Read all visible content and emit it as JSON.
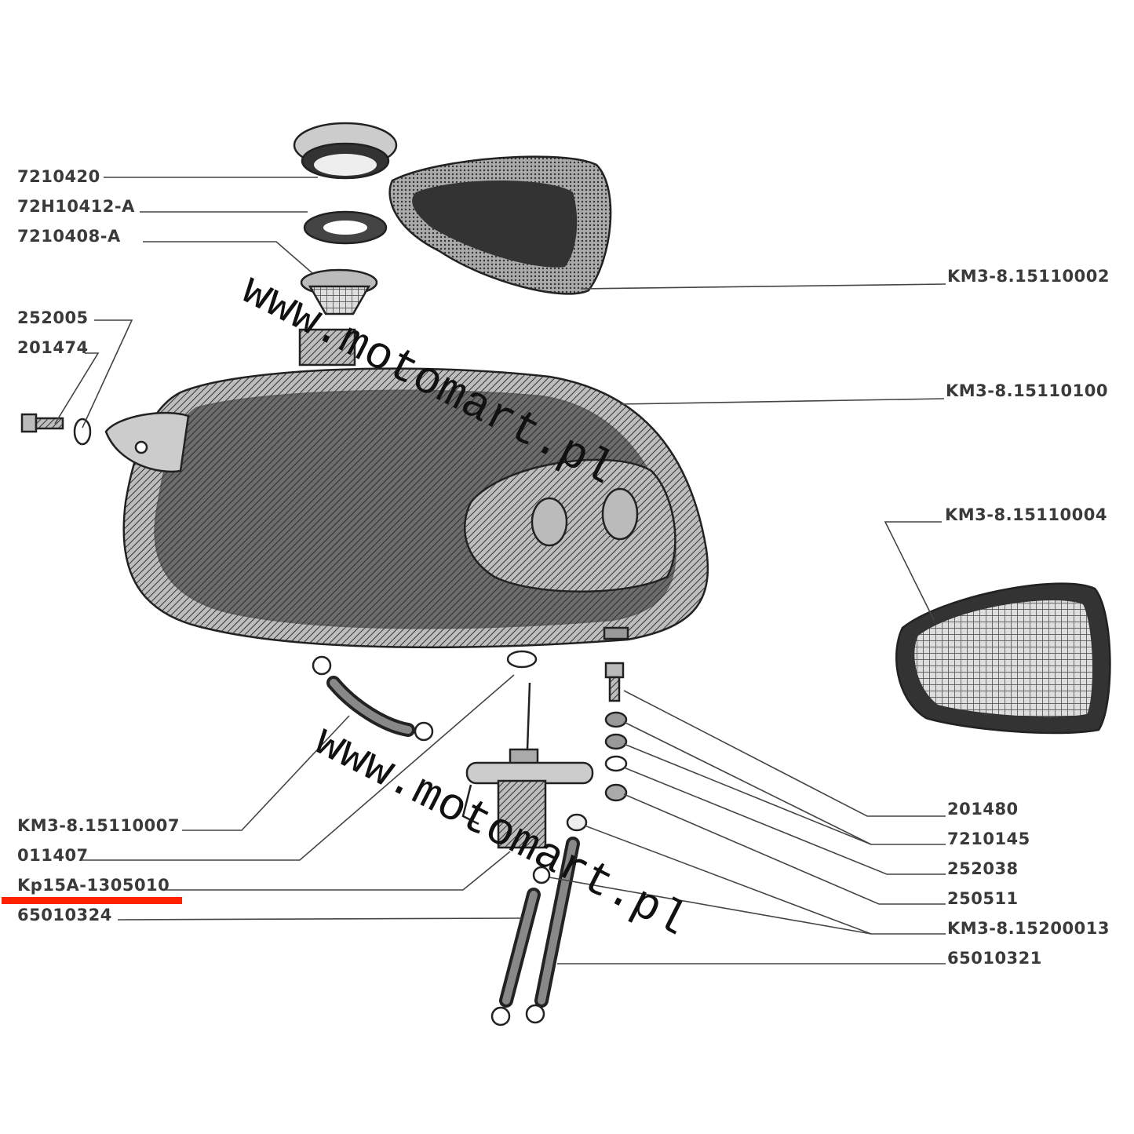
{
  "diagram": {
    "labels_left": [
      "7210420",
      "72H10412-A",
      "7210408-A",
      "252005",
      "201474",
      "KM3-8.15110007",
      "011407",
      "Kp15A-1305010",
      "65010324"
    ],
    "labels_right": [
      "KM3-8.15110002",
      "KM3-8.15110100",
      "KM3-8.15110004",
      "201480",
      "7210145",
      "252038",
      "250511",
      "KM3-8.15200013",
      "65010321"
    ],
    "highlighted_part": "Kp15A-1305010",
    "highlight_color": "#ff2200",
    "watermark": "www.motomart.pl"
  }
}
